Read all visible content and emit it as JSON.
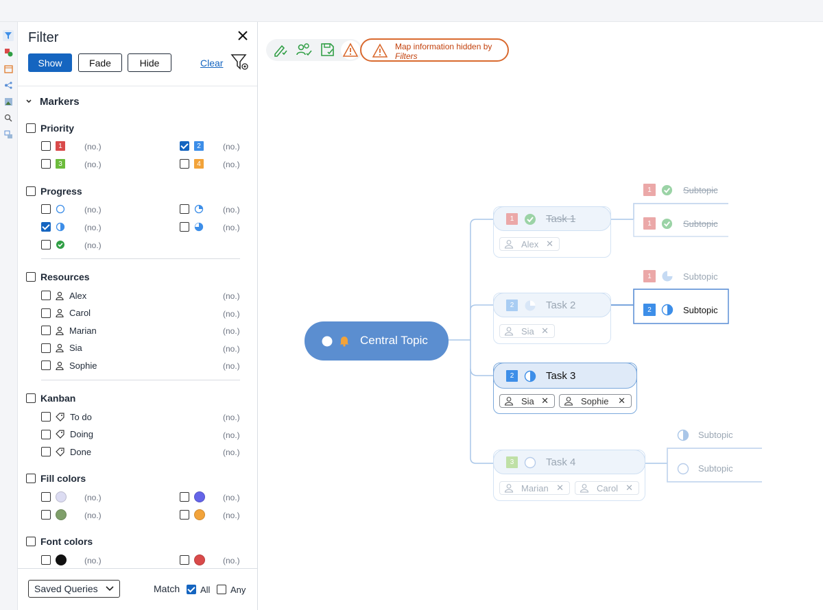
{
  "filter": {
    "title": "Filter",
    "modes": [
      "Show",
      "Fade",
      "Hide"
    ],
    "active_mode": "Show",
    "clear_label": "Clear"
  },
  "markers": {
    "heading": "Markers",
    "count_label": "(no.)",
    "priority": {
      "label": "Priority",
      "items": [
        {
          "badge": "1",
          "color": "#d94a4a",
          "checked": false
        },
        {
          "badge": "2",
          "color": "#3d8ee8",
          "checked": true
        },
        {
          "badge": "3",
          "color": "#6cbb3c",
          "checked": false
        },
        {
          "badge": "4",
          "color": "#f2a33a",
          "checked": false
        }
      ]
    },
    "progress": {
      "label": "Progress",
      "items": [
        {
          "icon": "progress-empty-icon",
          "checked": false
        },
        {
          "icon": "progress-quarter-icon",
          "checked": false
        },
        {
          "icon": "progress-half-icon",
          "checked": true
        },
        {
          "icon": "progress-three-quarter-icon",
          "checked": false
        },
        {
          "icon": "progress-done-icon",
          "checked": false
        }
      ]
    },
    "resources": {
      "label": "Resources",
      "items": [
        "Alex",
        "Carol",
        "Marian",
        "Sia",
        "Sophie"
      ]
    },
    "kanban": {
      "label": "Kanban",
      "items": [
        "To do",
        "Doing",
        "Done"
      ]
    },
    "fill_colors": {
      "label": "Fill colors",
      "items": [
        "#dcdcf2",
        "#6464e8",
        "#7f9f6a",
        "#f2a33a"
      ]
    },
    "font_colors": {
      "label": "Font colors",
      "items": [
        "#111111",
        "#d94a4a"
      ]
    }
  },
  "footer": {
    "saved_queries": "Saved Queries",
    "match_label": "Match",
    "all_label": "All",
    "any_label": "Any",
    "all_checked": true,
    "any_checked": false
  },
  "toolbar": {
    "warning_line1": "Map information hidden by",
    "warning_line2": "Filters"
  },
  "map": {
    "central": "Central Topic",
    "tasks": [
      {
        "label": "Task 1",
        "priority": "1",
        "resources": [
          "Alex"
        ],
        "faded": true,
        "strike": true,
        "subtopics": [
          {
            "label": "Subtopic",
            "priority": "1"
          },
          {
            "label": "Subtopic",
            "priority": "1"
          }
        ]
      },
      {
        "label": "Task 2",
        "priority": "2",
        "resources": [
          "Sia"
        ],
        "faded": true,
        "subtopics": [
          {
            "label": "Subtopic",
            "priority": "1"
          },
          {
            "label": "Subtopic",
            "priority": "2"
          }
        ]
      },
      {
        "label": "Task 3",
        "priority": "2",
        "resources": [
          "Sia",
          "Sophie"
        ],
        "faded": false,
        "selected": true
      },
      {
        "label": "Task 4",
        "priority": "3",
        "resources": [
          "Marian",
          "Carol"
        ],
        "faded": true,
        "subtopics": [
          {
            "label": "Subtopic"
          },
          {
            "label": "Subtopic"
          }
        ]
      }
    ]
  }
}
